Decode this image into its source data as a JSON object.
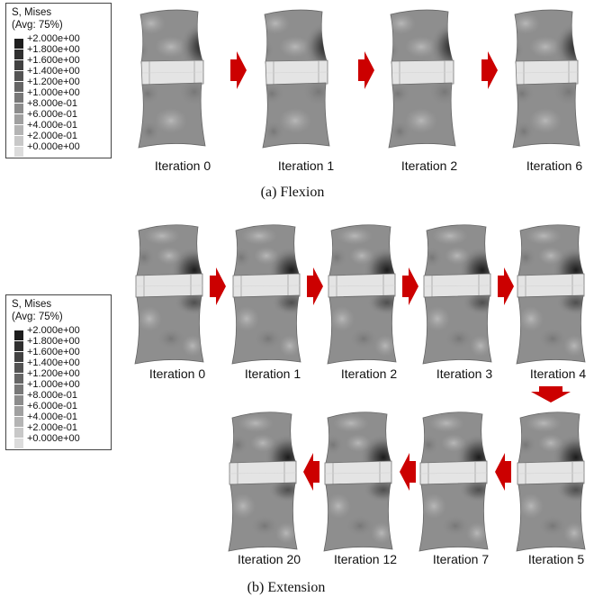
{
  "legend": {
    "title_line1": "S, Mises",
    "title_line2": "(Avg: 75%)",
    "values": [
      "+2.000e+00",
      "+1.800e+00",
      "+1.600e+00",
      "+1.400e+00",
      "+1.200e+00",
      "+1.000e+00",
      "+8.000e-01",
      "+6.000e-01",
      "+4.000e-01",
      "+2.000e-01",
      "+0.000e+00"
    ],
    "colors": [
      "#1e1e1e",
      "#303030",
      "#424242",
      "#545454",
      "#666666",
      "#787878",
      "#8c8c8c",
      "#a0a0a0",
      "#b4b4b4",
      "#c8c8c8",
      "#dcdcdc"
    ]
  },
  "flexion": {
    "subtitle": "(a) Flexion",
    "labels": [
      "Iteration 0",
      "Iteration 1",
      "Iteration 2",
      "Iteration 6"
    ]
  },
  "extension": {
    "subtitle": "(b) Extension",
    "row1_labels": [
      "Iteration 0",
      "Iteration 1",
      "Iteration 2",
      "Iteration 3",
      "Iteration 4"
    ],
    "row2_labels": [
      "Iteration 20",
      "Iteration 12",
      "Iteration 7",
      "Iteration 5"
    ]
  },
  "arrow_color": "#cc0000"
}
